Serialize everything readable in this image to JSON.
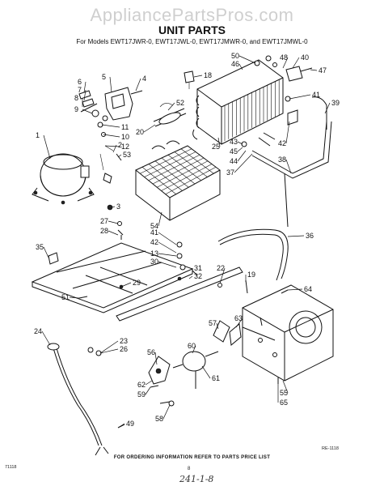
{
  "watermark": "AppliancePartsPros.com",
  "title": "UNIT PARTS",
  "models": "For Models EWT17JWR-0, EWT17JWL-0, EWT17JMWR-0, and EWT17JMWL-0",
  "footer": "FOR ORDERING INFORMATION REFER TO PARTS PRICE LIST",
  "ref_code": "RE-1118",
  "corner_code": "71118",
  "page_number": "8",
  "handwritten_note": "241-1-8",
  "callouts": [
    {
      "label": "1"
    },
    {
      "label": "2"
    },
    {
      "label": "3"
    },
    {
      "label": "4"
    },
    {
      "label": "5"
    },
    {
      "label": "6"
    },
    {
      "label": "7"
    },
    {
      "label": "8"
    },
    {
      "label": "9"
    },
    {
      "label": "10"
    },
    {
      "label": "11"
    },
    {
      "label": "12"
    },
    {
      "label": "13"
    },
    {
      "label": "18"
    },
    {
      "label": "19"
    },
    {
      "label": "20"
    },
    {
      "label": "22"
    },
    {
      "label": "23"
    },
    {
      "label": "24"
    },
    {
      "label": "25"
    },
    {
      "label": "26"
    },
    {
      "label": "27"
    },
    {
      "label": "28"
    },
    {
      "label": "29"
    },
    {
      "label": "30"
    },
    {
      "label": "31"
    },
    {
      "label": "32"
    },
    {
      "label": "35"
    },
    {
      "label": "36"
    },
    {
      "label": "37"
    },
    {
      "label": "38"
    },
    {
      "label": "39"
    },
    {
      "label": "40"
    },
    {
      "label": "41"
    },
    {
      "label": "41"
    },
    {
      "label": "42"
    },
    {
      "label": "42"
    },
    {
      "label": "43"
    },
    {
      "label": "44"
    },
    {
      "label": "45"
    },
    {
      "label": "46"
    },
    {
      "label": "47"
    },
    {
      "label": "48"
    },
    {
      "label": "49"
    },
    {
      "label": "50"
    },
    {
      "label": "51"
    },
    {
      "label": "52"
    },
    {
      "label": "53"
    },
    {
      "label": "54"
    },
    {
      "label": "55"
    },
    {
      "label": "56"
    },
    {
      "label": "57"
    },
    {
      "label": "58"
    },
    {
      "label": "59"
    },
    {
      "label": "60"
    },
    {
      "label": "61"
    },
    {
      "label": "62"
    },
    {
      "label": "63"
    },
    {
      "label": "64"
    },
    {
      "label": "65"
    }
  ]
}
